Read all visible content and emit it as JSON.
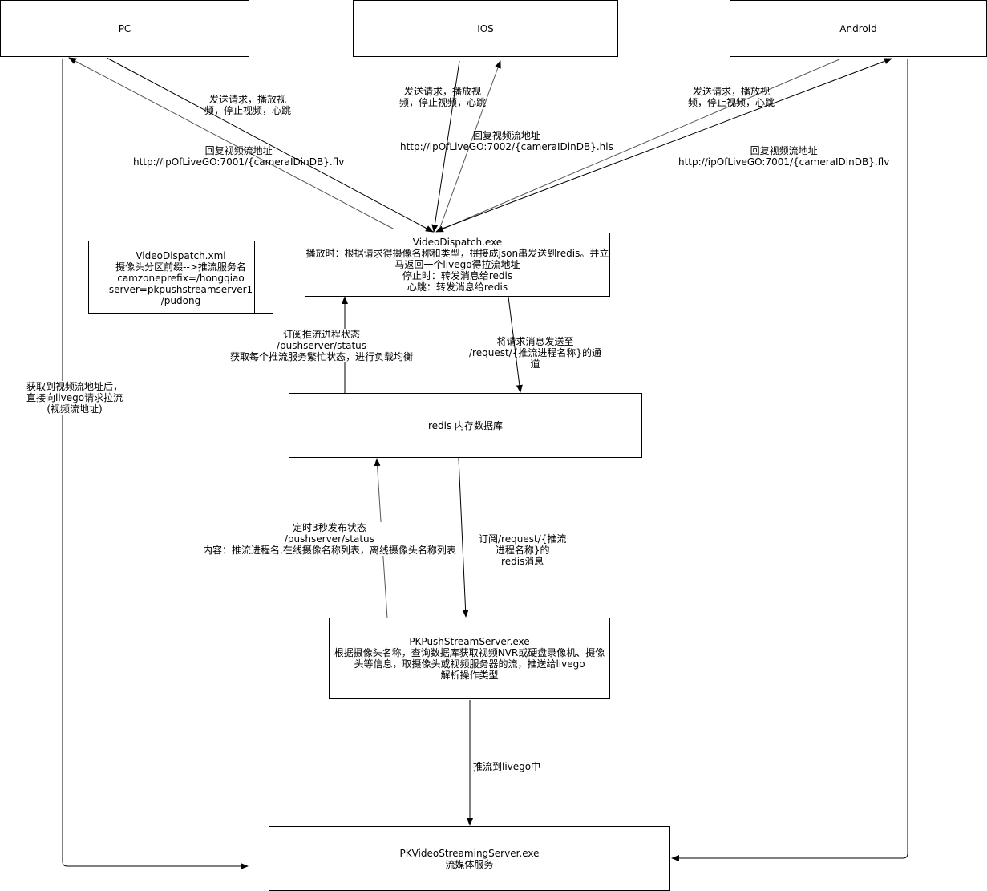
{
  "nodes": {
    "pc": "PC",
    "ios": "IOS",
    "android": "Android",
    "dispatch": [
      "VideoDispatch.exe",
      "播放时：根据请求得摄像名称和类型，拼接成json串发送到redis。并立",
      "马返回一个livego得拉流地址",
      "停止时：转发消息给redis",
      "心跳：转发消息给redis"
    ],
    "xml": [
      "VideoDispatch.xml",
      "摄像头分区前缀-->推流服务名",
      "camzoneprefix=/hongqiao",
      "server=pkpushstreamserver1",
      "/pudong"
    ],
    "redis": "redis 内存数据库",
    "push": [
      "PKPushStreamServer.exe",
      "根据摄像头名称，查询数据库获取视频NVR或硬盘录像机、摄像",
      "头等信息，取摄像头或视频服务器的流，推送给livego",
      "解析操作类型"
    ],
    "streaming": [
      "PKVideoStreamingServer.exe",
      "流媒体服务"
    ]
  },
  "labels": {
    "pc_send": [
      "发送请求，播放视",
      "频，停止视频，心跳"
    ],
    "pc_reply": [
      "回复视频流地址",
      "http://ipOfLiveGO:7001/{cameraIDinDB}.flv"
    ],
    "ios_send": [
      "发送请求，播放视",
      "频，停止视频，心跳"
    ],
    "ios_reply": [
      "回复视频流地址",
      "http://ipOfLiveGO:7002/{cameraIDinDB}.hls"
    ],
    "android_send": [
      "发送请求，播放视",
      "频，停止视频，心跳"
    ],
    "android_reply": [
      "回复视频流地址",
      "http://ipOfLiveGO:7001/{cameraIDinDB}.flv"
    ],
    "subscribe_status": [
      "订阅推流进程状态",
      "/pushserver/status",
      "获取每个推流服务繁忙状态，进行负载均衡"
    ],
    "send_request": [
      "将请求消息发送至",
      "/request/{推流进程名称}的通",
      "道"
    ],
    "client_pull": [
      "获取到视频流地址后，",
      "直接向livego请求拉流",
      "(视频流地址)"
    ],
    "publish_status": [
      "定时3秒发布状态",
      "/pushserver/status",
      "内容：推流进程名,在线摄像名称列表，离线摄像头名称列表"
    ],
    "subscribe_request": [
      "订阅/request/{推流",
      "进程名称}的",
      "redis消息"
    ],
    "push_livego": "推流到livego中"
  }
}
